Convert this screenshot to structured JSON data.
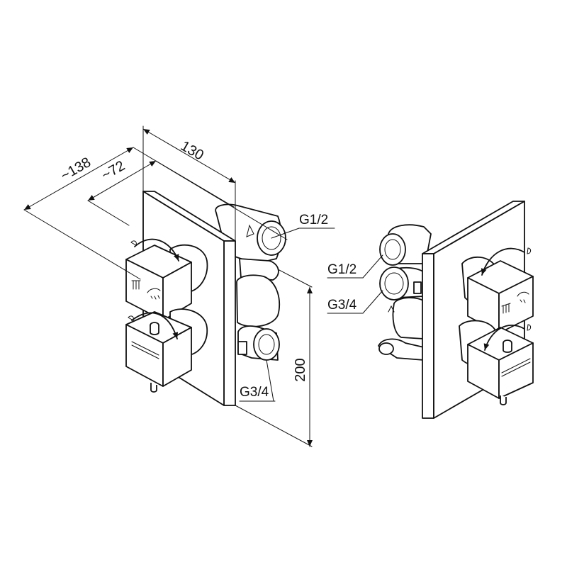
{
  "dimensions": {
    "width_130": "130",
    "depth_138": "~138",
    "depth_72": "~72",
    "height_200": "200"
  },
  "callouts": {
    "left_g12": "G1/2",
    "left_g34": "G3/4",
    "right_g12": "G1/2",
    "right_g34": "G3/4"
  },
  "icons": {
    "handle_icon_top": "shower-head-icon",
    "handle_icon_bottom": "thermostat-scale-icon"
  },
  "colors": {
    "line": "#111111",
    "background": "#ffffff"
  }
}
